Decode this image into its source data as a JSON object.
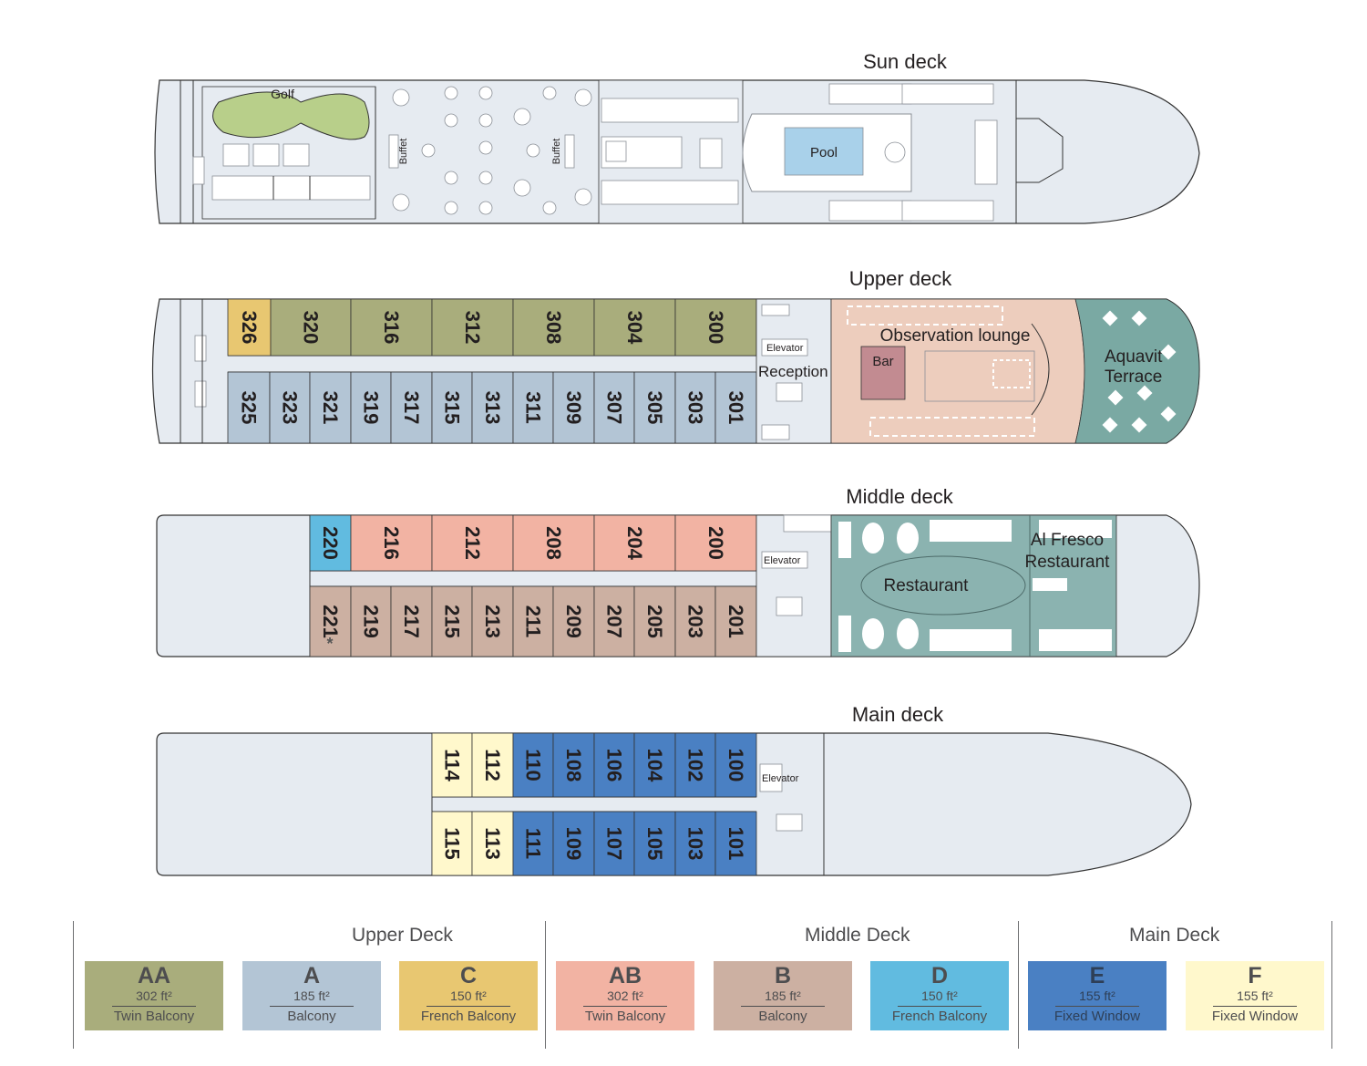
{
  "decks": {
    "sun": {
      "title": "Sun deck",
      "golf": "Golf",
      "buffet_left": "Buffet",
      "buffet_right": "Buffet",
      "pool": "Pool"
    },
    "upper": {
      "title": "Upper deck",
      "top_cabins": [
        "326",
        "320",
        "316",
        "312",
        "308",
        "304",
        "300"
      ],
      "bottom_cabins": [
        "325",
        "323",
        "321",
        "319",
        "317",
        "315",
        "313",
        "311",
        "309",
        "307",
        "305",
        "303",
        "301"
      ],
      "elevator": "Elevator",
      "reception": "Reception",
      "lounge": "Observation lounge",
      "bar": "Bar",
      "terrace_line1": "Aquavit",
      "terrace_line2": "Terrace"
    },
    "middle": {
      "title": "Middle deck",
      "top_cabins": [
        "220",
        "216",
        "212",
        "208",
        "204",
        "200"
      ],
      "bottom_cabins": [
        "221",
        "219",
        "217",
        "215",
        "213",
        "211",
        "209",
        "207",
        "205",
        "203",
        "201"
      ],
      "star": "*",
      "elevator": "Elevator",
      "restaurant": "Restaurant",
      "alfresco_line1": "Al Fresco",
      "alfresco_line2": "Restaurant"
    },
    "main": {
      "title": "Main deck",
      "top_cabins": [
        "114",
        "112",
        "110",
        "108",
        "106",
        "104",
        "102",
        "100"
      ],
      "bottom_cabins": [
        "115",
        "113",
        "111",
        "109",
        "107",
        "105",
        "103",
        "101"
      ],
      "elevator": "Elevator"
    }
  },
  "colors": {
    "AA": "#a9ad7c",
    "A": "#b3c5d5",
    "C": "#e8c771",
    "AB": "#f2b3a3",
    "B": "#ccb0a2",
    "D": "#61bbe0",
    "E": "#4a80c3",
    "F": "#fff8cc",
    "lounge": "#edcdbd",
    "restaurant": "#8bb3b0",
    "terrace": "#7aa9a3",
    "bar": "#c28b91",
    "pool": "#a9d1ea"
  },
  "legend": [
    {
      "group": "Upper Deck",
      "items": [
        {
          "code": "AA",
          "size": "302 ft²",
          "type": "Twin Balcony"
        },
        {
          "code": "A",
          "size": "185 ft²",
          "type": "Balcony"
        },
        {
          "code": "C",
          "size": "150 ft²",
          "type": "French Balcony"
        }
      ]
    },
    {
      "group": "Middle Deck",
      "items": [
        {
          "code": "AB",
          "size": "302 ft²",
          "type": "Twin Balcony"
        },
        {
          "code": "B",
          "size": "185 ft²",
          "type": "Balcony"
        },
        {
          "code": "D",
          "size": "150 ft²",
          "type": "French Balcony"
        }
      ]
    },
    {
      "group": "Main Deck",
      "items": [
        {
          "code": "E",
          "size": "155 ft²",
          "type": "Fixed Window"
        },
        {
          "code": "F",
          "size": "155 ft²",
          "type": "Fixed Window"
        }
      ]
    }
  ]
}
